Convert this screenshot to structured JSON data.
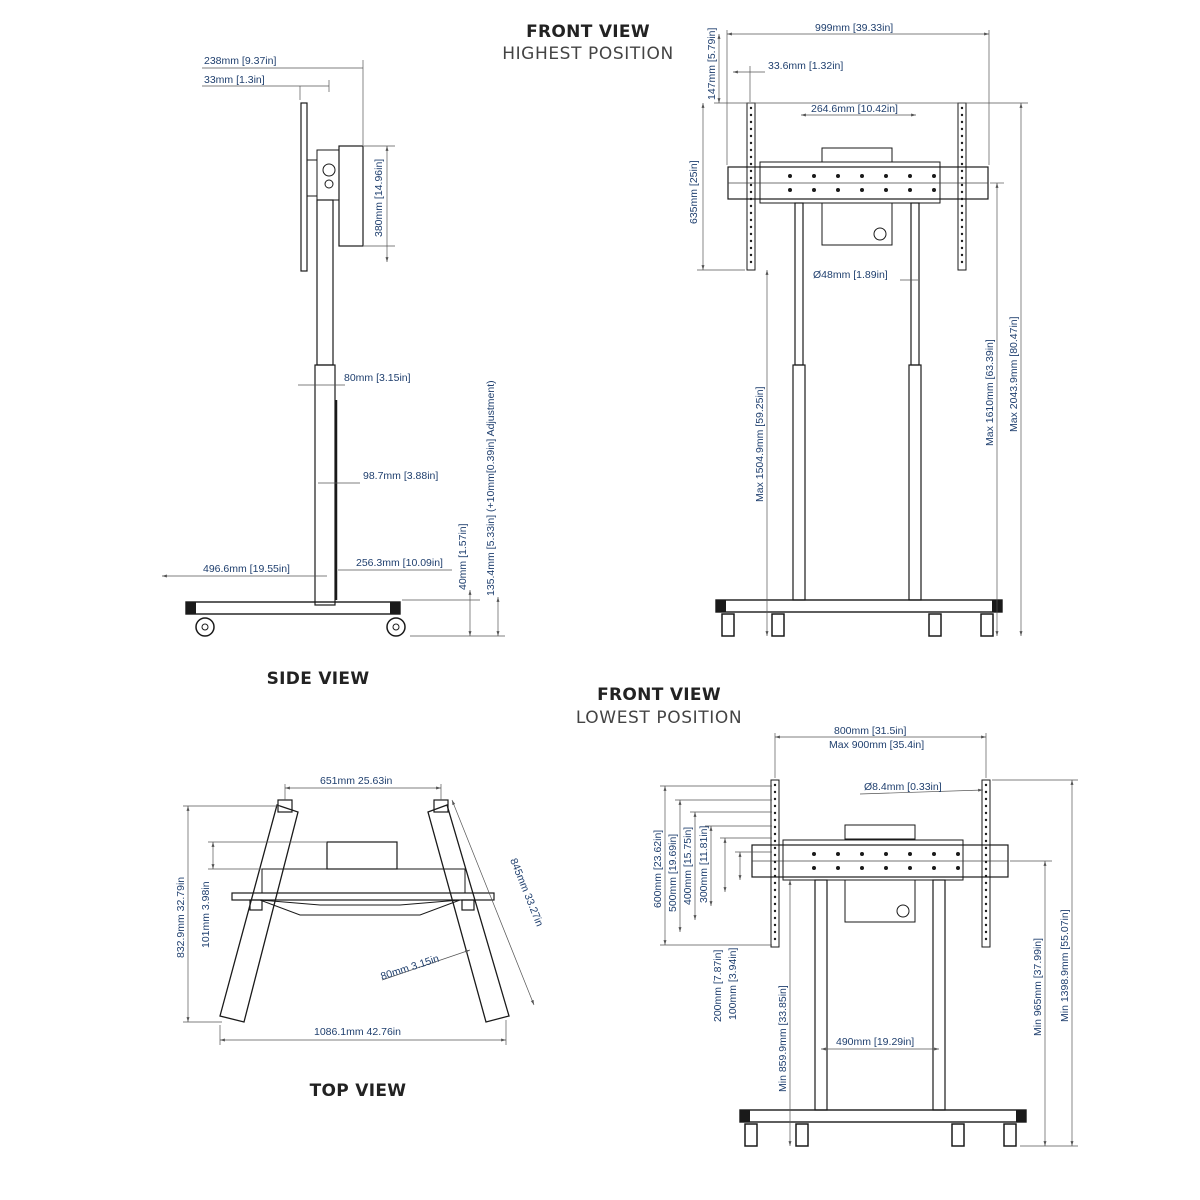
{
  "views": {
    "front_high": {
      "title": "FRONT VIEW",
      "subtitle": "HIGHEST POSITION",
      "dims": {
        "width": "999mm  [39.33in]",
        "top": "147mm  [5.79in]",
        "offset": "33.6mm  [1.32in]",
        "bracket": "264.6mm  [10.42in]",
        "mount": "635mm  [25in]",
        "pole": "Ø48mm  [1.89in]",
        "max_pole": "Max 1504.9mm  [59.25in]",
        "max_center": "Max 1610mm  [63.39in]",
        "max_total": "Max 2043.9mm  [80.47in]"
      }
    },
    "side": {
      "title": "SIDE VIEW",
      "dims": {
        "depth": "238mm  [9.37in]",
        "plate": "33mm  [1.3in]",
        "box_height": "380mm  [14.96in]",
        "column": "80mm  [3.15in]",
        "column_depth": "98.7mm  [3.88in]",
        "base_front": "496.6mm  [19.55in]",
        "base_rear": "256.3mm  [10.09in]",
        "base_height": "40mm  [1.57in]",
        "adjustment": "135.4mm  [5.33in] (+10mm[0.39in] Adjustment)"
      }
    },
    "front_low": {
      "title": "FRONT VIEW",
      "subtitle": "LOWEST POSITION",
      "dims": {
        "width_800": "800mm  [31.5in]",
        "width_900": "Max 900mm  [35.4in]",
        "hole": "Ø8.4mm  [0.33in]",
        "v600": "600mm  [23.62in]",
        "v500": "500mm  [19.69in]",
        "v400": "400mm  [15.75in]",
        "v300": "300mm  [11.81in]",
        "v200": "200mm  [7.87in]",
        "v100": "100mm  [3.94in]",
        "min_pole": "Min 859.9mm  [33.85in]",
        "pole_spacing": "490mm  [19.29in]",
        "min_center": "Min 965mm  [37.99in]",
        "min_total": "Min 1398.9mm  [55.07in]"
      }
    },
    "top": {
      "title": "TOP VIEW",
      "dims": {
        "inner": "651mm  25.63in",
        "leg": "845mm  33.27in",
        "depth": "832.9mm  32.79in",
        "offset": "101mm  3.98in",
        "column": "80mm  3.15in",
        "width": "1086.1mm  42.76in"
      }
    }
  }
}
